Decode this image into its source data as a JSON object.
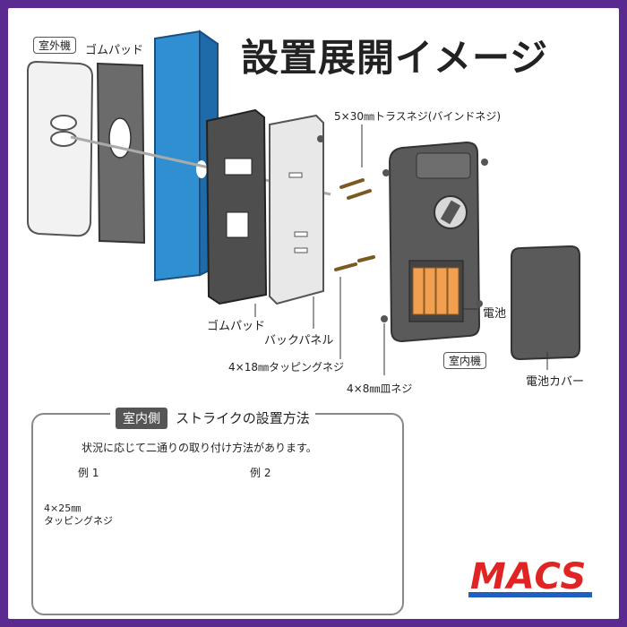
{
  "title": "設置展開イメージ",
  "labels": {
    "outdoor_unit": "室外機",
    "rubber_pad_top": "ゴムパッド",
    "rubber_pad_bottom": "ゴムパッド",
    "truss_screw": "5×30㎜トラスネジ(バインドネジ)",
    "battery": "電池",
    "back_panel": "バックパネル",
    "tapping_screw_18": "4×18㎜タッピングネジ",
    "indoor_unit": "室内機",
    "flat_screw": "4×8㎜皿ネジ",
    "battery_cover": "電池カバー"
  },
  "strike": {
    "tag": "室内側",
    "title": "ストライクの設置方法",
    "description": "状況に応じて二通りの取り付け方法があります。",
    "example1": "例 1",
    "example2": "例 2",
    "screw_line1": "4×25㎜",
    "screw_line2": "タッピングネジ"
  },
  "logo": "MACS",
  "colors": {
    "border": "#5b2a90",
    "door": "#2f8fd0",
    "battery": "#f0a050",
    "unit": "#5a5a5a",
    "logo": "#e02323"
  }
}
